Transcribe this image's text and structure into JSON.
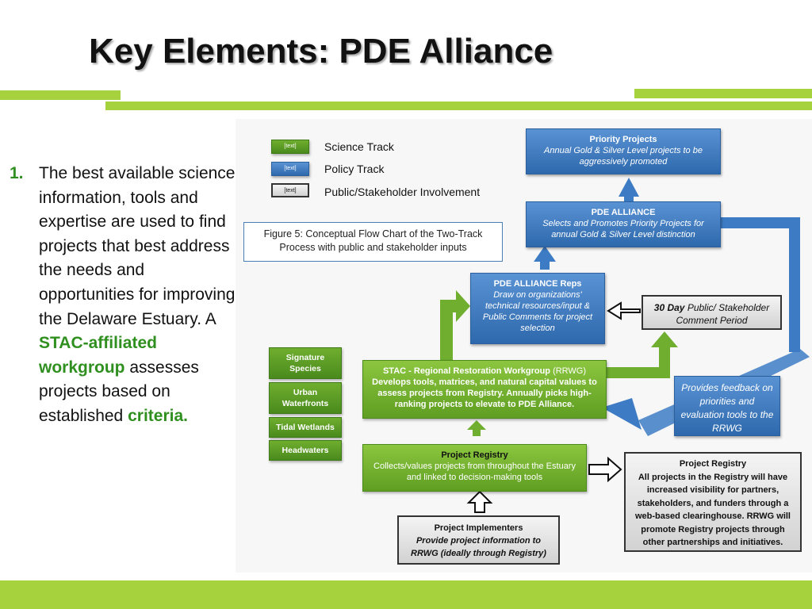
{
  "title": "Key Elements: PDE Alliance",
  "body": {
    "number": "1.",
    "text_part1": "The best available science information, tools and expertise are used to find projects that best address the needs and opportunities for improving the Delaware Estuary. A",
    "highlight1": "STAC-affiliated workgroup",
    "text_part2": "assesses projects based on established",
    "highlight2": "criteria."
  },
  "colors": {
    "accent_green": "#a6d23d",
    "science_green": "#6fae2e",
    "policy_blue": "#3d7cc4",
    "highlight_text": "#2f8f1f"
  },
  "diagram": {
    "legend": [
      {
        "chip": "[text]",
        "label": "Science Track"
      },
      {
        "chip": "[text]",
        "label": "Policy Track"
      },
      {
        "chip": "[text]",
        "label": "Public/Stakeholder  Involvement"
      }
    ],
    "caption_line1": "Figure 5: Conceptual Flow Chart of the Two-Track",
    "caption_line2": "Process with public and stakeholder inputs",
    "priority": {
      "title": "Priority Projects",
      "text": "Annual Gold & Silver Level projects to be aggressively promoted"
    },
    "alliance": {
      "title": "PDE ALLIANCE",
      "text": "Selects and Promotes Priority Projects for annual Gold & Silver Level distinction"
    },
    "reps": {
      "title": "PDE ALLIANCE Reps",
      "text": "Draw on organizations' technical resources/input & Public Comments  for project selection"
    },
    "comment": {
      "bold": "30 Day",
      "text": " Public/ Stakeholder Comment Period"
    },
    "feedback": {
      "text": "Provides feedback on priorities and evaluation tools to the RRWG"
    },
    "side_boxes": [
      "Signature Species",
      "Urban Waterfronts",
      "Tidal Wetlands",
      "Headwaters"
    ],
    "stac": {
      "title": "STAC - Regional Restoration Workgroup",
      "abbr": " (RRWG)",
      "text": "Develops  tools, matrices, and natural capital values to assess projects from Registry. Annually picks high-ranking projects to elevate to PDE Alliance."
    },
    "registry": {
      "title": "Project Registry",
      "text": "Collects/values projects from throughout the Estuary and linked to decision-making tools"
    },
    "registry_note": {
      "title": "Project Registry",
      "text": "All projects  in the Registry will have increased visibility for partners, stakeholders, and funders through a web-based clearinghouse.  RRWG will promote Registry projects through other partnerships and initiatives."
    },
    "implementers": {
      "title": "Project Implementers",
      "text": "Provide project information to RRWG (ideally through Registry)"
    }
  }
}
